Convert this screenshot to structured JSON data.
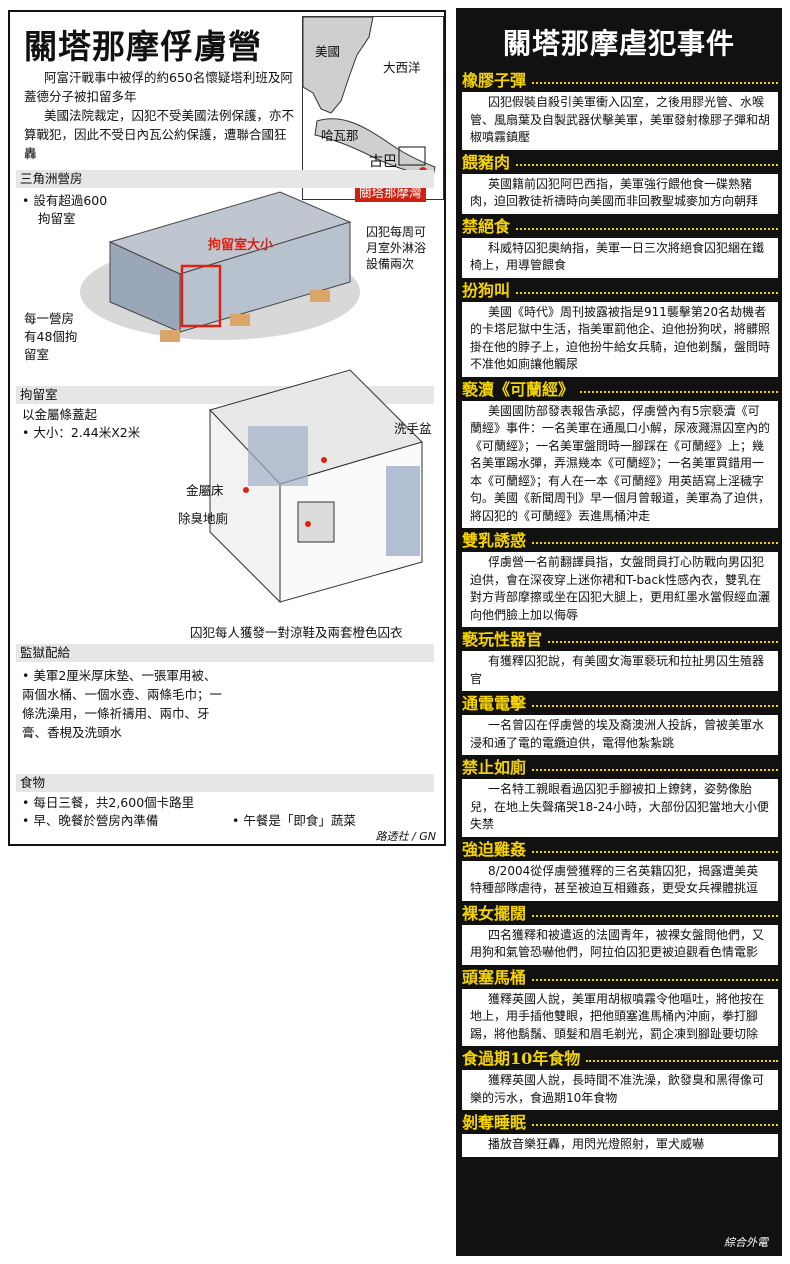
{
  "left": {
    "title": "關塔那摩俘虜營",
    "intro_p1": "阿富汗戰事中被俘的約650名懷疑塔利班及阿蓋德分子被扣留多年",
    "intro_p2": "美國法院裁定，囚犯不受美國法例保護，亦不算戰犯，因此不受日內瓦公約保護，遭聯合國狂轟",
    "map": {
      "usa": "美國",
      "atlantic": "大西洋",
      "havana": "哈瓦那",
      "cuba": "古巴",
      "guantanamo": "關塔那摩灣"
    },
    "delta": {
      "header": "三角洲營房",
      "b1": "設有超過600",
      "b1b": "拘留室",
      "cell_label": "拘留室大小",
      "shower_note": "囚犯每周可\n月室外淋浴\n設備兩次",
      "block_note": "每一營房\n有48個拘\n留室"
    },
    "cell": {
      "header": "拘留室",
      "material": "以金屬條蓋起",
      "size": "大小：2.44米X2米",
      "sink": "洗手盆",
      "bed": "金屬床",
      "toilet": "除臭地廁",
      "caption": "囚犯每人獲發一對涼鞋及兩套橙色囚衣"
    },
    "supply": {
      "header": "監獄配給",
      "text": "美軍2厘米厚床墊、一張軍用被、兩個水桶、一個水壺、兩條毛巾；一條洗澡用，一條祈禱用、兩巾、牙膏、香梘及洗頭水"
    },
    "food": {
      "header": "食物",
      "b1": "每日三餐，共2,600個卡路里",
      "b2": "早、晚餐於營房內準備",
      "b3": "午餐是「即食」蔬菜"
    },
    "credit": "路透社 / GN"
  },
  "right": {
    "title": "關塔那摩虐犯事件",
    "credit": "綜合外電",
    "items": [
      {
        "head": "橡膠子彈",
        "body": "囚犯假裝自殺引美軍衝入囚室，之後用膠光管、水喉管、風扇葉及自製武器伏擊美軍，美軍發射橡膠子彈和胡椒噴霧鎮壓"
      },
      {
        "head": "餵豬肉",
        "body": "英國籍前囚犯阿巴西指，美軍強行餵他食一碟熟豬肉，迫回教徒祈禱時向美國而非回教聖城麥加方向朝拜"
      },
      {
        "head": "禁絕食",
        "body": "科威特囚犯奧納指，美軍一日三次將絕食囚犯綑在鐵椅上，用導管餵食"
      },
      {
        "head": "扮狗叫",
        "body": "美國《時代》周刊披露被指是911襲擊第20名劫機者的卡塔尼獄中生活，指美軍罰他企、迫他扮狗吠，將髒照掛在他的脖子上，迫他扮牛給女兵騎，迫他剃鬚，盤問時不准他如廁讓他觸尿"
      },
      {
        "head": "褻瀆《可蘭經》",
        "body": "美國國防部發表報告承認，俘虜營內有5宗褻瀆《可蘭經》事件：一名美軍在通風口小解，尿液濺濕囚室內的《可蘭經》；一名美軍盤問時一腳踩在《可蘭經》上；幾名美軍踢水彈，弄濕幾本《可蘭經》；一名美軍買錯用一本《可蘭經》；有人在一本《可蘭經》用英語寫上淫穢字句。美國《新聞周刊》早一個月曾報道，美軍為了迫供，將囚犯的《可蘭經》丟進馬桶沖走"
      },
      {
        "head": "雙乳誘惑",
        "body": "俘虜營一名前翻譯員指，女盤問員打心防戰向男囚犯迫供，會在深夜穿上迷你裙和T-back性感內衣，雙乳在對方背部摩擦或坐在囚犯大腿上，更用紅墨水當假經血灑向他們臉上加以侮辱"
      },
      {
        "head": "褻玩性器官",
        "body": "有獲釋囚犯說，有美國女海軍褻玩和拉扯男囚生殖器官"
      },
      {
        "head": "通電電擊",
        "body": "一名曾囚在俘虜營的埃及裔澳洲人投訴，曾被美軍水浸和通了電的電纜迫供，電得他紮紮跳"
      },
      {
        "head": "禁止如廁",
        "body": "一名特工親眼看過囚犯手腳被扣上鐐銬，姿勢像胎兒，在地上失聲痛哭18-24小時，大部份囚犯當地大小便失禁"
      },
      {
        "head": "強迫雞姦",
        "body": "8/2004從俘虜營獲釋的三名英籍囚犯，揭露遭美英特種部隊虐待，甚至被迫互相雞姦，更受女兵裸體挑逗"
      },
      {
        "head": "裸女擺闊",
        "body": "四名獲釋和被遣返的法國青年，被裸女盤問他們，又用狗和氣管恐嚇他們，阿拉伯囚犯更被迫觀看色情電影"
      },
      {
        "head": "頭塞馬桶",
        "body": "獲釋英國人說，美軍用胡椒噴霧令他嘔吐，將他按在地上，用手插他雙眼，把他頭塞進馬桶內沖廁，拳打腳踢，將他鬍鬚、頭髮和眉毛剃光，罰企凍到腳趾要切除"
      },
      {
        "head": "食過期10年食物",
        "body": "獲釋英國人說，長時間不准洗澡，飲發臭和黑得像可樂的污水，食過期10年食物"
      },
      {
        "head": "剝奪睡眠",
        "body": "播放音樂狂轟，用閃光燈照射，軍犬威嚇"
      }
    ]
  }
}
